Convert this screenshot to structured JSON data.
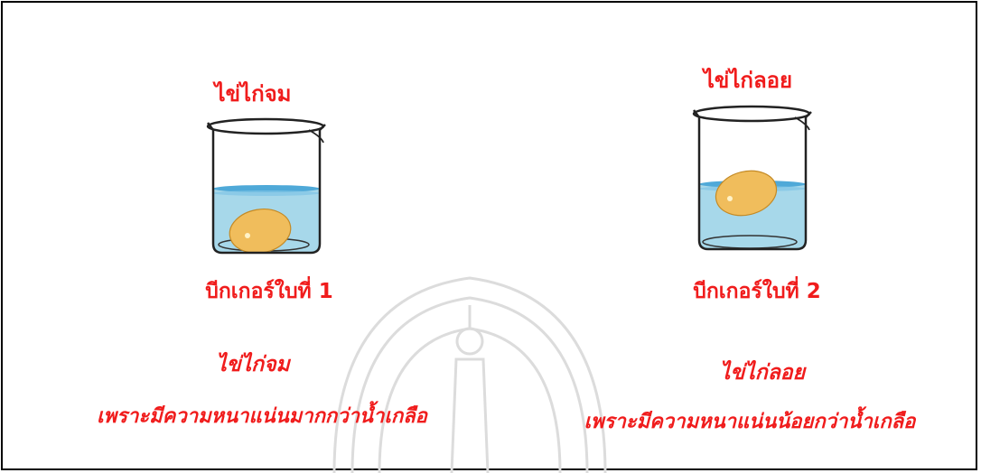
{
  "beaker1": {
    "title": "ไข่ไก่จม",
    "caption": "บีกเกอร์ใบที่ 1",
    "explain_title": "ไข่ไก่จม",
    "explain_text": "เพราะมีความหนาแน่นมากกว่าน้ำเกลือ"
  },
  "beaker2": {
    "title": "ไข่ไก่ลอย",
    "caption": "บีกเกอร์ใบที่ 2",
    "explain_title": "ไข่ไก่ลอย",
    "explain_text": "เพราะมีความหนาแน่นน้อยกว่าน้ำเกลือ"
  },
  "colors": {
    "label_red": "#f01c1c",
    "water": "#a7d8ea",
    "water_surface": "#4fa9d8",
    "egg": "#f0bd5c",
    "egg_outline": "#c48a25",
    "watermark": "#dcdcdc"
  },
  "icons": [
    "beaker-icon",
    "egg-icon",
    "watermark-emblem-icon"
  ]
}
